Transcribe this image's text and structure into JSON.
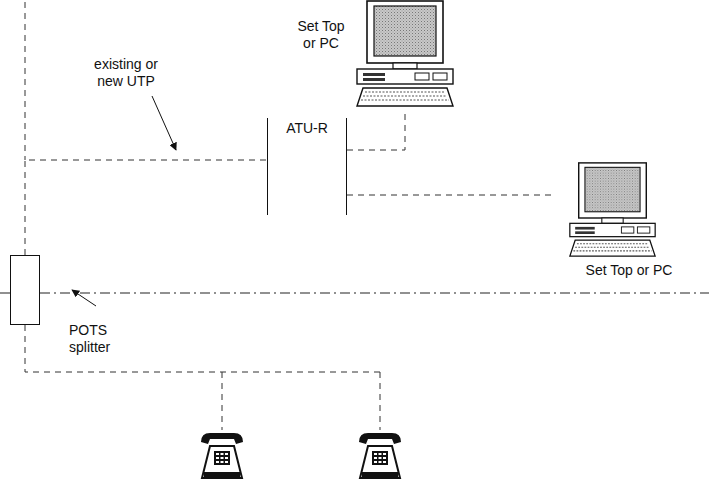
{
  "diagram": {
    "nodes": [
      {
        "text": [
          "POTS splitter"
        ]
      },
      {
        "text": [
          "ATU-R"
        ]
      },
      {
        "text": [
          "Set Top or PC"
        ]
      },
      {
        "text": [
          "Set Top or PC"
        ]
      }
    ],
    "edges": [
      {
        "from": 0,
        "to": 1,
        "arrow": "none"
      },
      {
        "from": 1,
        "to": 2,
        "arrow": "none"
      },
      {
        "from": 1,
        "to": 3,
        "arrow": "none"
      }
    ],
    "labels": [
      "existing or new UTP"
    ]
  }
}
